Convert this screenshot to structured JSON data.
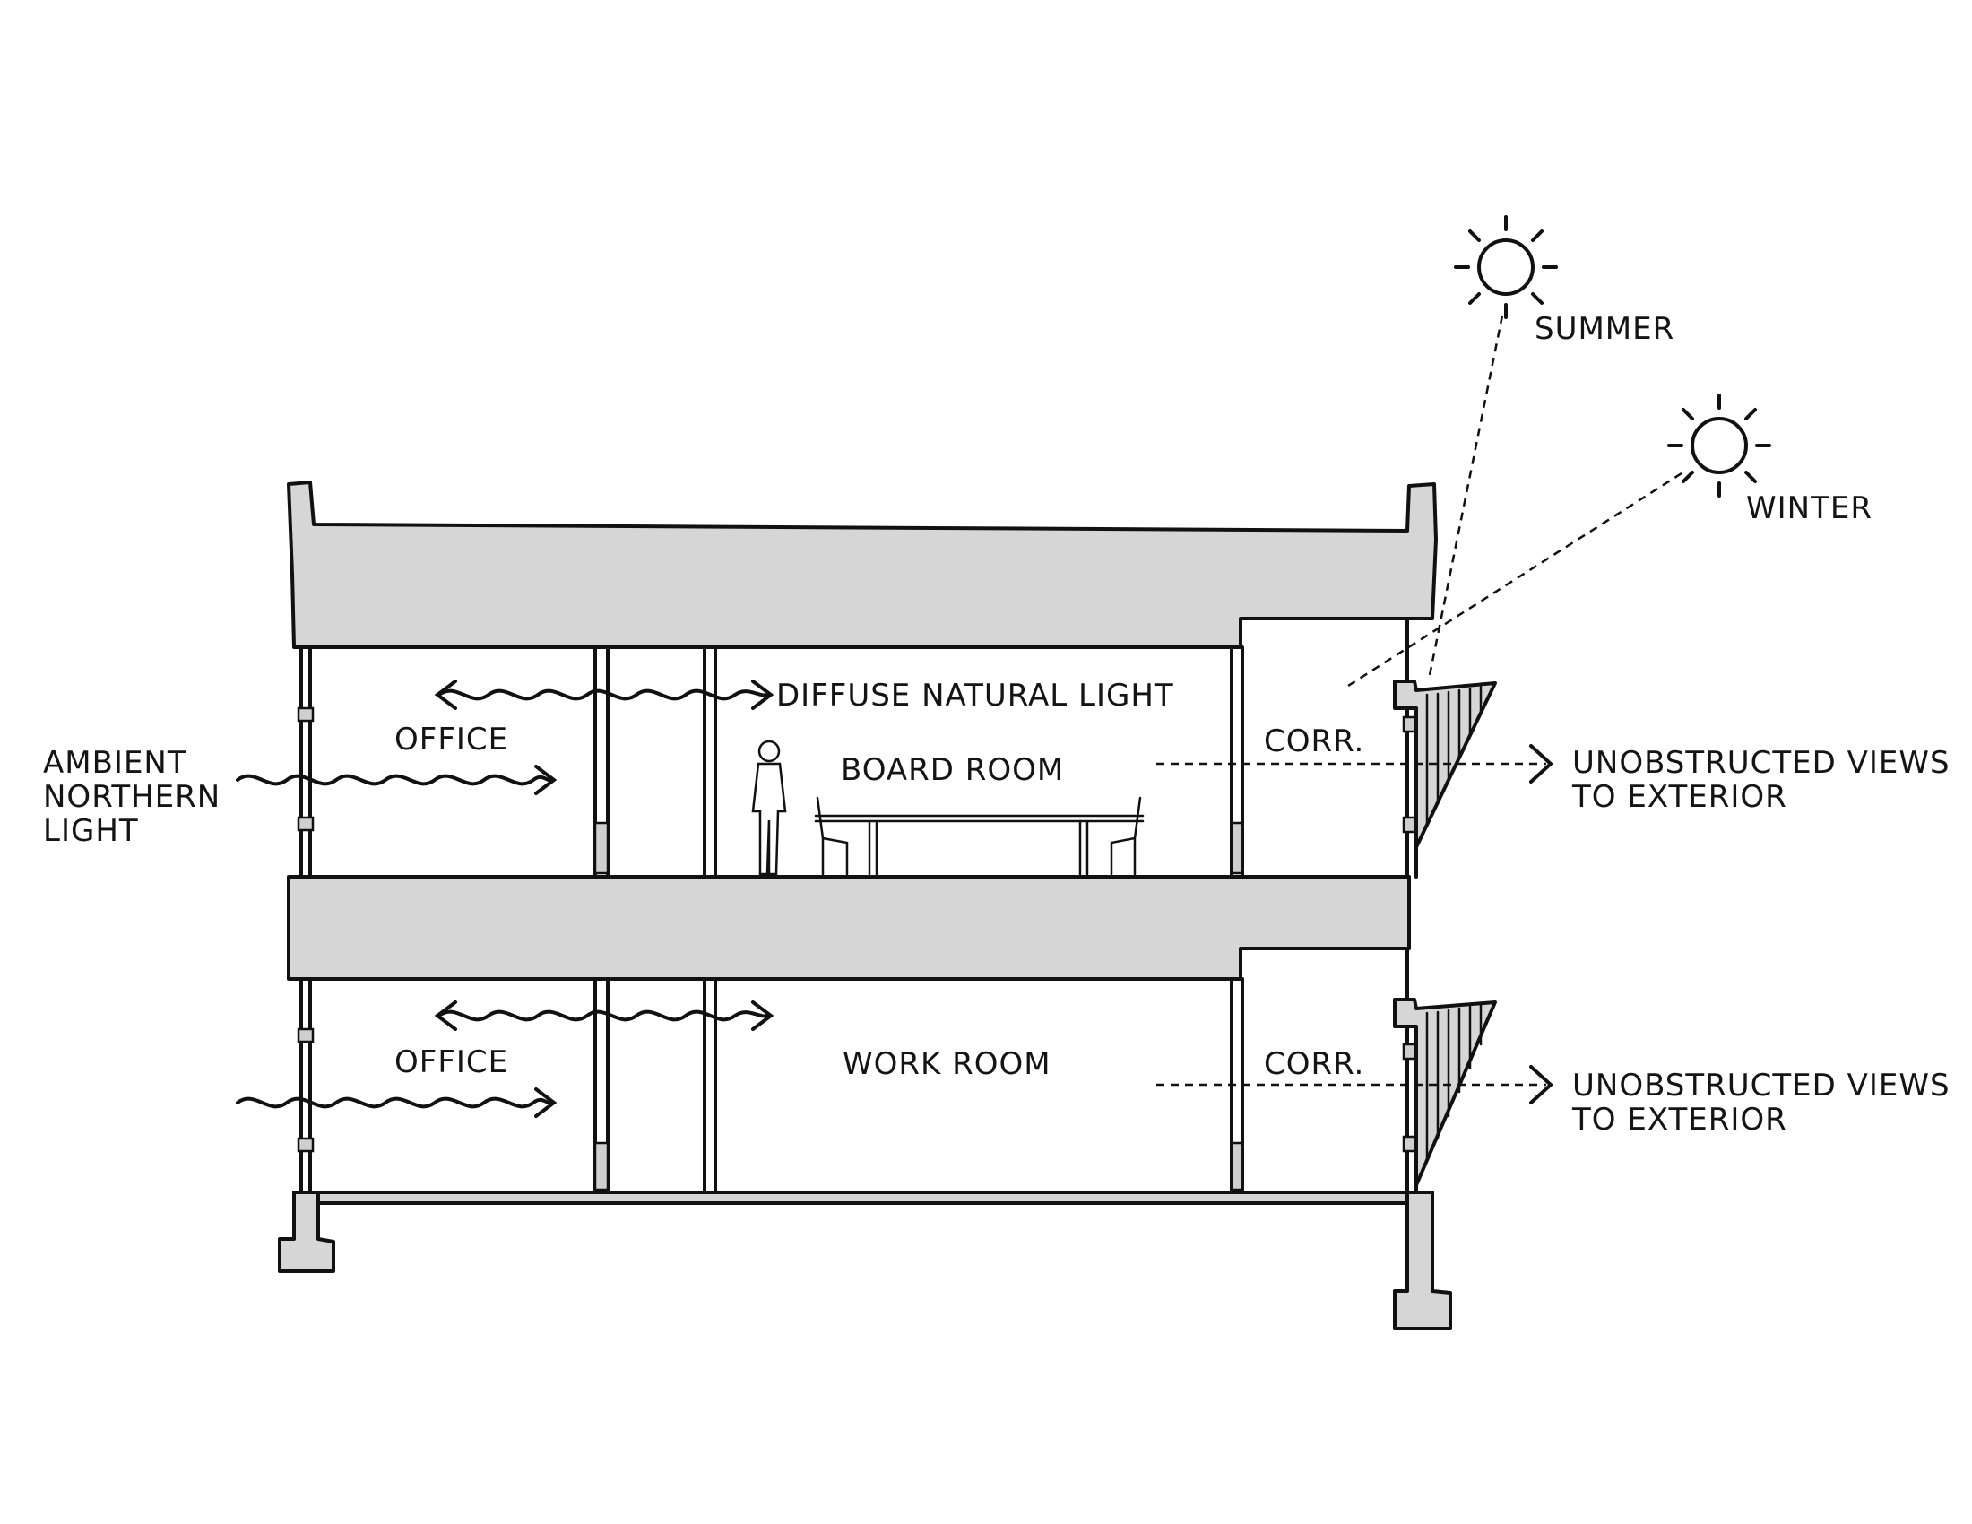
{
  "labels": {
    "summer": "SUMMER",
    "winter": "WINTER",
    "diffuse_light": "DIFFUSE NATURAL LIGHT",
    "office_upper": "OFFICE",
    "board_room": "BOARD ROOM",
    "corr_upper": "CORR.",
    "views_upper_line1": "UNOBSTRUCTED VIEWS",
    "views_upper_line2": "TO EXTERIOR",
    "ambient_line1": "AMBIENT",
    "ambient_line2": "NORTHERN",
    "ambient_line3": "LIGHT",
    "office_lower": "OFFICE",
    "work_room": "WORK ROOM",
    "corr_lower": "CORR.",
    "views_lower_line1": "UNOBSTRUCTED VIEWS",
    "views_lower_line2": "TO EXTERIOR"
  },
  "icons": {
    "summer_sun": "sun-icon",
    "winter_sun": "sun-icon",
    "person": "person-silhouette-icon",
    "table": "conference-table-icon"
  },
  "colors": {
    "concrete_fill": "#d6d6d6",
    "line": "#111111",
    "background": "#ffffff"
  }
}
